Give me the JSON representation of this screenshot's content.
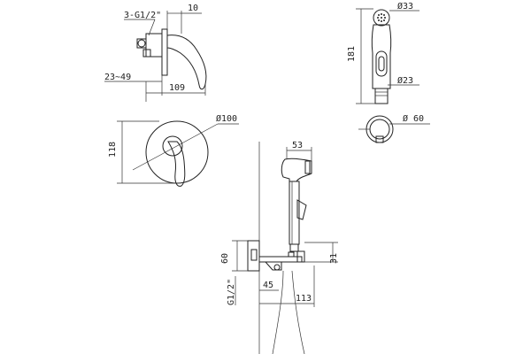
{
  "diagram": {
    "top_view": {
      "thread_label": "3-G1/2\"",
      "dim_10": "10",
      "dim_23_49": "23~49",
      "dim_109": "109"
    },
    "front_view": {
      "dim_118": "118",
      "diameter_100": "Ø100"
    },
    "hand_shower": {
      "dim_181": "181",
      "diameter_33": "Ø33",
      "diameter_23": "Ø23"
    },
    "holder": {
      "diameter_60": "Ø 60"
    },
    "side_assembly": {
      "dim_53": "53",
      "dim_60": "60",
      "dim_31": "31",
      "thread_label": "G1/2\"",
      "dim_45": "45",
      "dim_113": "113"
    }
  }
}
